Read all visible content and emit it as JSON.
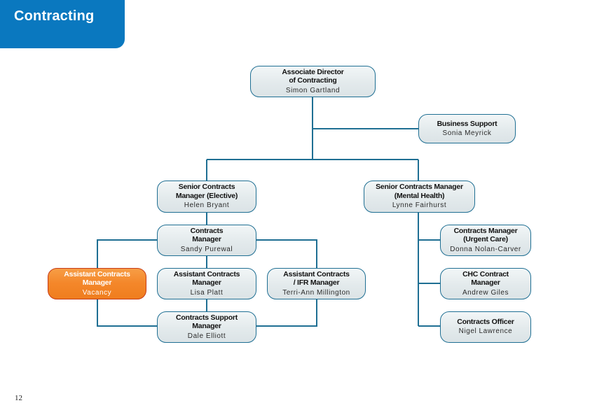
{
  "slide": {
    "title": "Contracting",
    "page_number": "12",
    "banner_color": "#0a78bf"
  },
  "colors": {
    "node_border": "#1f6f93",
    "node_fill_top": "#f2f6f7",
    "node_fill_bottom": "#dbe3e6",
    "connector": "#1f6f93",
    "vacancy_fill": "#f4872a",
    "vacancy_border": "#c63c17",
    "vacancy_text": "#ffffff",
    "text": "#111111"
  },
  "chart_data": {
    "type": "diagram",
    "title": "Contracting",
    "diagram_kind": "organisational-chart",
    "nodes": [
      {
        "id": "associate-director",
        "role": "Associate Director\nof Contracting",
        "person": "Simon Gartland",
        "level": 0,
        "style": "standard"
      },
      {
        "id": "business-support",
        "role": "Business Support",
        "person": "Sonia Meyrick",
        "level": 1,
        "style": "standard"
      },
      {
        "id": "senior-contracts-manager-elective",
        "role": "Senior Contracts\nManager (Elective)",
        "person": "Helen Bryant",
        "level": 2,
        "style": "standard"
      },
      {
        "id": "senior-contracts-manager-mental-health",
        "role": "Senior Contracts Manager\n(Mental Health)",
        "person": "Lynne Fairhurst",
        "level": 2,
        "style": "standard"
      },
      {
        "id": "contracts-manager",
        "role": "Contracts\nManager",
        "person": "Sandy Purewal",
        "level": 3,
        "style": "standard"
      },
      {
        "id": "contracts-manager-urgent-care",
        "role": "Contracts Manager\n(Urgent Care)",
        "person": "Donna Nolan-Carver",
        "level": 3,
        "style": "standard"
      },
      {
        "id": "assistant-contracts-manager-vacancy",
        "role": "Assistant Contracts\nManager",
        "person": "Vacancy",
        "level": 4,
        "style": "vacancy"
      },
      {
        "id": "assistant-contracts-manager",
        "role": "Assistant Contracts\nManager",
        "person": "Lisa Platt",
        "level": 4,
        "style": "standard"
      },
      {
        "id": "assistant-contracts-ifr-manager",
        "role": "Assistant Contracts\n/  IFR Manager",
        "person": "Terri-Ann Millington",
        "level": 4,
        "style": "standard"
      },
      {
        "id": "chc-contract-manager",
        "role": "CHC Contract\nManager",
        "person": "Andrew Giles",
        "level": 4,
        "style": "standard"
      },
      {
        "id": "contracts-support-manager",
        "role": "Contracts Support\nManager",
        "person": "Dale Elliott",
        "level": 5,
        "style": "standard"
      },
      {
        "id": "contracts-officer",
        "role": "Contracts Officer",
        "person": "Nigel Lawrence",
        "level": 5,
        "style": "standard"
      }
    ],
    "edges": [
      {
        "from": "associate-director",
        "to": "business-support"
      },
      {
        "from": "associate-director",
        "to": "senior-contracts-manager-elective"
      },
      {
        "from": "associate-director",
        "to": "senior-contracts-manager-mental-health"
      },
      {
        "from": "senior-contracts-manager-elective",
        "to": "contracts-manager"
      },
      {
        "from": "contracts-manager",
        "to": "assistant-contracts-manager"
      },
      {
        "from": "assistant-contracts-manager",
        "to": "contracts-support-manager"
      },
      {
        "from": "contracts-manager",
        "to": "assistant-contracts-manager-vacancy"
      },
      {
        "from": "contracts-support-manager",
        "to": "assistant-contracts-manager-vacancy"
      },
      {
        "from": "contracts-manager",
        "to": "assistant-contracts-ifr-manager"
      },
      {
        "from": "contracts-support-manager",
        "to": "assistant-contracts-ifr-manager"
      },
      {
        "from": "senior-contracts-manager-mental-health",
        "to": "contracts-manager-urgent-care"
      },
      {
        "from": "senior-contracts-manager-mental-health",
        "to": "chc-contract-manager"
      },
      {
        "from": "senior-contracts-manager-mental-health",
        "to": "contracts-officer"
      }
    ]
  }
}
